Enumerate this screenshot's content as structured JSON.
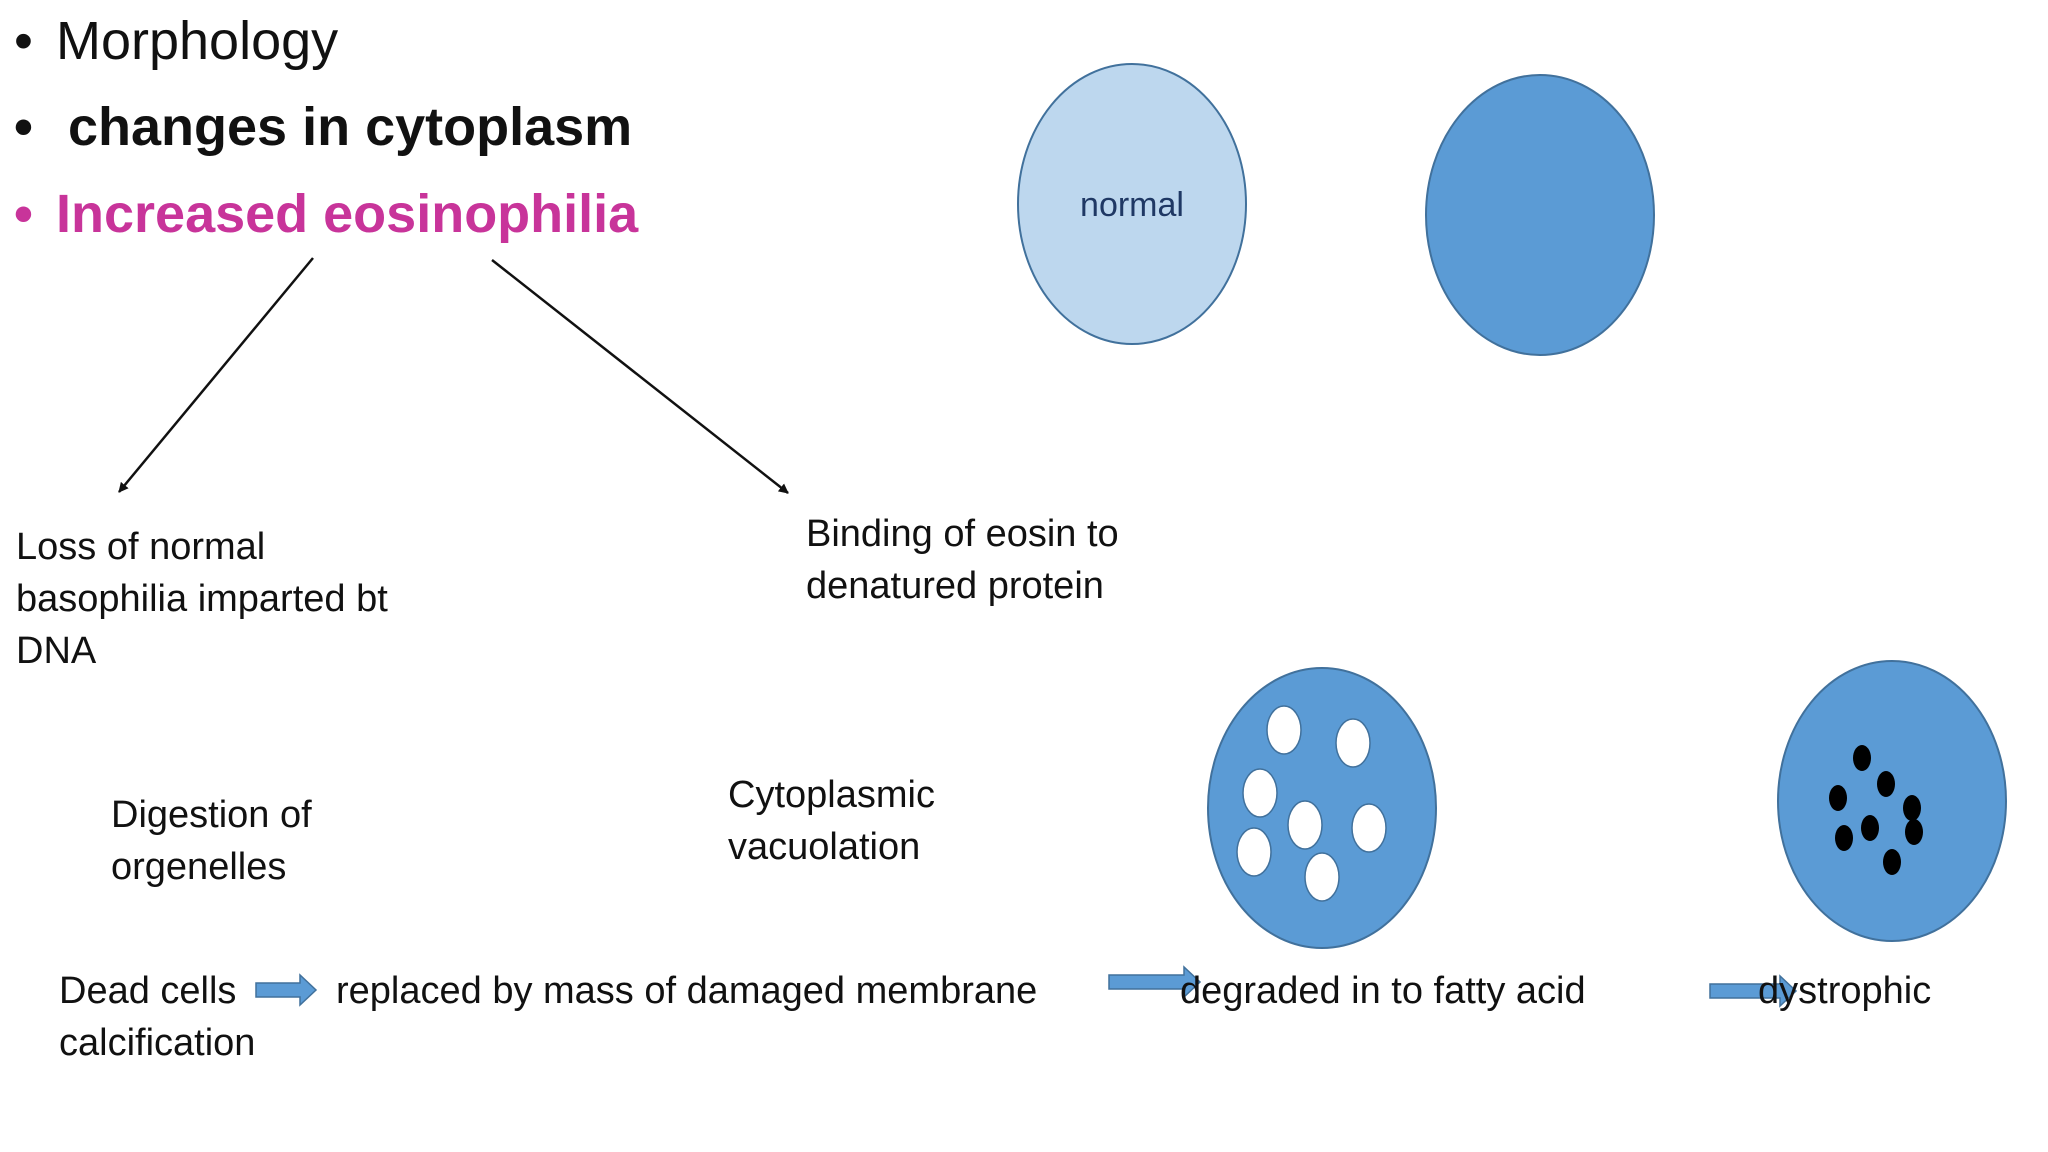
{
  "bullets": {
    "morphology": "Morphology",
    "changes": "changes in cytoplasm",
    "eosinophilia": "Increased eosinophilia"
  },
  "notes": {
    "loss_line1": "Loss of normal",
    "loss_line2": "basophilia imparted bt",
    "loss_line3": "DNA",
    "binding_line1": "Binding of eosin to",
    "binding_line2": "denatured protein",
    "digestion_line1": "Digestion of",
    "digestion_line2": "orgenelles",
    "vacuolation_line1": "Cytoplasmic",
    "vacuolation_line2": "vacuolation"
  },
  "cells": {
    "normal_label": "normal"
  },
  "flow": {
    "step1_line1": "Dead cells",
    "step1_line2": "calcification",
    "step2": "replaced by mass of damaged membrane",
    "step3": "degraded in to fatty acid",
    "step4": "dystrophic"
  },
  "colors": {
    "accent_magenta": "#c8349a",
    "cell_light": "#bdd7ee",
    "cell_blue": "#5b9bd5",
    "cell_border": "#41719c",
    "arrow_fill": "#5b9bd5"
  }
}
